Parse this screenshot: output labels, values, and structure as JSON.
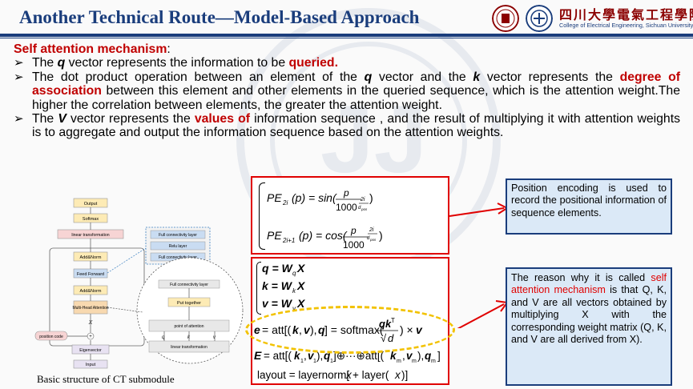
{
  "header": {
    "title": "Another Technical Route—Model-Based Approach",
    "logo_cn": "四川大學電氣工程學院",
    "logo_en": "College of Electrical Engineering, Sichuan University"
  },
  "content": {
    "heading": "Self attention mechanism",
    "heading_colon": ":",
    "bullets": [
      {
        "a": "The ",
        "b": "q",
        "c": " vector represents the information to be ",
        "d": "queried",
        "e": "."
      },
      {
        "a": "The dot product operation between an element of the ",
        "b": "q",
        "c": " vector and the ",
        "d": "k",
        "e": " vector represents the ",
        "f": "degree of association",
        "g": " between this element and other elements in the queried sequence, which is the attention weight.The higher the correlation between elements, the greater the attention weight."
      },
      {
        "a": "The ",
        "b": "V",
        "c": " vector represents the ",
        "d": "values of",
        "e": " information sequence , and the result of multiplying it with attention weights is to aggregate and output the information sequence based on the attention weights."
      }
    ]
  },
  "diagram": {
    "output": "Output",
    "softmax": "Softmax",
    "linear": "linear transformation",
    "addnorm": "Add&Norm",
    "feedforward": "Feed Forward",
    "mha": "Multi-Head Attention",
    "x": "X",
    "poscode": "position code",
    "eigenvector": "Eigenvector",
    "input": "Input",
    "fc1": "Full connectivity layer",
    "relu": "Relu layer",
    "fc2": "Full connectivity layer",
    "fc3": "Full connectivity layer",
    "puttogether": "Put together",
    "poa": "point of attention",
    "lt2": "linear transformation",
    "q": "q",
    "k": "k",
    "v": "v",
    "caption": "Basic structure of CT submodule"
  },
  "equations": {
    "pe1": "PE₂ᵢ(p) = sin(p / 1000^(2i/dₚₒₛ))",
    "pe2": "PE₂ᵢ₊₁(p) = cos(p / 1000^(2i/dₚₒₛ))",
    "q": "q = W_q X",
    "k": "k = W_k X",
    "v": "v = W_v X",
    "e": "e = att[(k, v), q] = softmax(qkᵀ / √d) × v",
    "E": "E = att[(k₁, v₁), q₁] ⊕ ··· ⊕ att[(kₘ, vₘ), qₘ]",
    "layout": "layout = layernorm[x + layer(x)]"
  },
  "notes": {
    "note1": "Position encoding is used to record the positional information of sequence elements.",
    "note2_a": "The reason why it is called ",
    "note2_hl": "self attention mechanism",
    "note2_b": " is that Q, K, and V are all vectors obtained by multiplying X with the corresponding weight matrix (Q, K, and V are all derived from X)."
  },
  "colors": {
    "title": "#1a3d7c",
    "highlight": "#c00000",
    "note_bg": "#dbe9f7",
    "ellipse": "#f2c200"
  }
}
